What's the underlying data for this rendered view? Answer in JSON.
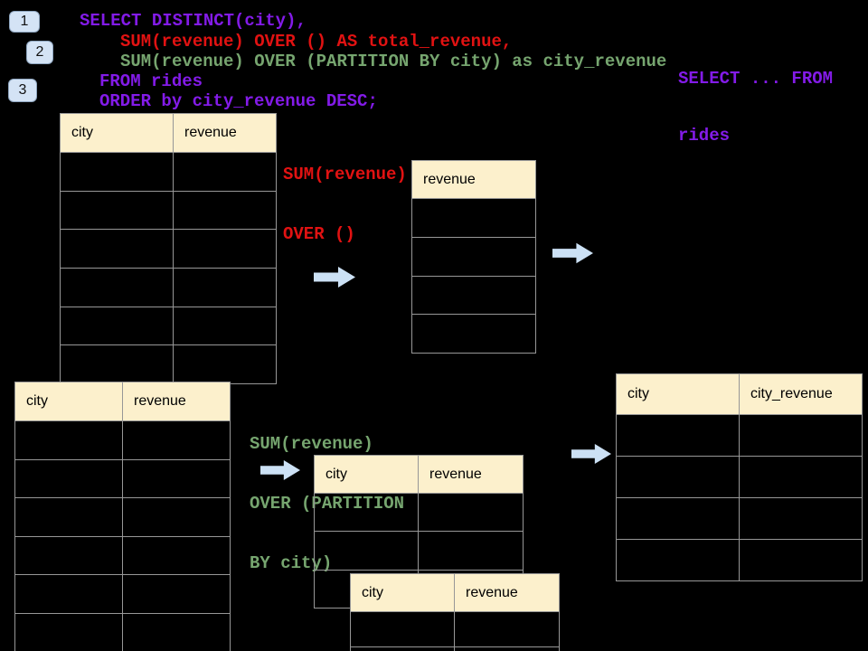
{
  "colors": {
    "bg": "#000000",
    "purple": "#831BE8",
    "red": "#E11212",
    "green": "#76A56F",
    "header_bg": "#FCF0CC",
    "border": "#979797",
    "badge_bg": "#D4E3F5",
    "badge_border": "#8FA6C0",
    "arrow": "#CCE1F5"
  },
  "steps": [
    {
      "label": "1"
    },
    {
      "label": "2"
    },
    {
      "label": "3"
    }
  ],
  "sql": {
    "line1": "SELECT DISTINCT(city),",
    "line2": "SUM(revenue) OVER () AS total_revenue,",
    "line3": "SUM(revenue) OVER (PARTITION BY city) as city_revenue",
    "line4": "FROM rides",
    "line5": "ORDER by city_revenue DESC;"
  },
  "side_note": {
    "line1": "SELECT ... FROM",
    "line2": "rides"
  },
  "annotations": {
    "total_window": {
      "line1": "SUM(revenue)",
      "line2": "OVER ()"
    },
    "partition_window": {
      "line1": "SUM(revenue)",
      "line2": "OVER (PARTITION",
      "line3": "BY city)"
    }
  },
  "tables": {
    "source_top": {
      "headers": [
        "city",
        "revenue"
      ],
      "rows": 6
    },
    "total_result": {
      "headers": [
        "revenue"
      ],
      "rows": 4
    },
    "source_bottom": {
      "headers": [
        "city",
        "revenue"
      ],
      "rows": 6
    },
    "partition_step": {
      "headers": [
        "city",
        "revenue"
      ],
      "rows": 3
    },
    "partition_step_overlay": {
      "headers": [
        "city",
        "revenue"
      ],
      "rows": 2
    },
    "partition_result": {
      "headers": [
        "city",
        "city_revenue"
      ],
      "rows": 4
    }
  }
}
